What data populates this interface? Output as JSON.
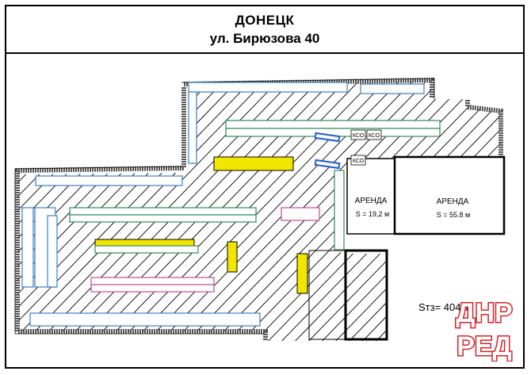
{
  "header": {
    "city": "ДОНЕЦК",
    "address": "ул. Бирюзова 40"
  },
  "rooms": [
    {
      "name": "АРЕНДА",
      "area": "S = 19,2 м"
    },
    {
      "name": "АРЕНДА",
      "area": "S = 55.8  м"
    }
  ],
  "checkouts": [
    "КСО",
    "КСО",
    "КСО"
  ],
  "total_area": {
    "label": "Sтз= 404м"
  },
  "watermark": {
    "line1": "ДНР",
    "line2": "РЕД"
  },
  "colors": {
    "wall": "#555555",
    "shelf_blue": "#3a7fc0",
    "shelf_green": "#2e8b57",
    "shelf_pink": "#c04aa0",
    "promo_yellow": "#f2e600",
    "hatch": "#000000",
    "watermark_red": "#d81f26"
  }
}
